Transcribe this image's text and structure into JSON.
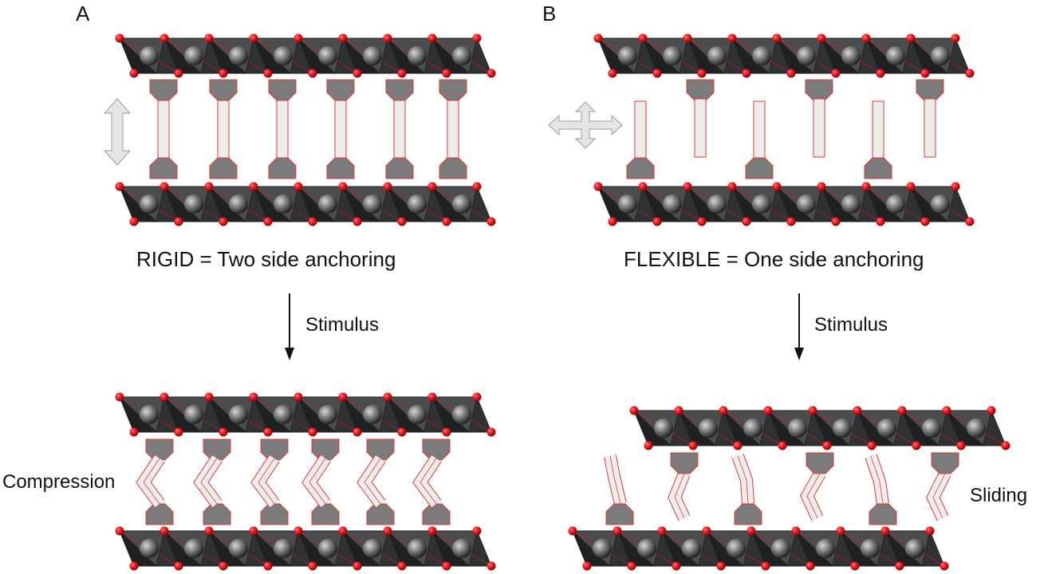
{
  "panels": {
    "a": {
      "letter": "A",
      "caption": "RIGID = Two side anchoring",
      "stimulus": "Stimulus",
      "result": "Compression"
    },
    "b": {
      "letter": "B",
      "caption": "FLEXIBLE = One side anchoring",
      "stimulus": "Stimulus",
      "result": "Sliding"
    }
  },
  "colors": {
    "octahedron_face": "#4a4c4e",
    "octahedron_edge": "#222222",
    "oxygen": "#e8141c",
    "metal": "#8a8c8e",
    "linker_head": "#7b7b7b",
    "linker_stroke": "#e53935",
    "linker_body": "#ededed",
    "double_arrow": "#e4e6e6",
    "text": "#111111"
  },
  "icons": {
    "vertical_arrow": "double-headed-vertical-arrow-icon",
    "cross_arrow": "four-way-arrow-icon",
    "stimulus_arrow": "down-arrow-icon"
  }
}
